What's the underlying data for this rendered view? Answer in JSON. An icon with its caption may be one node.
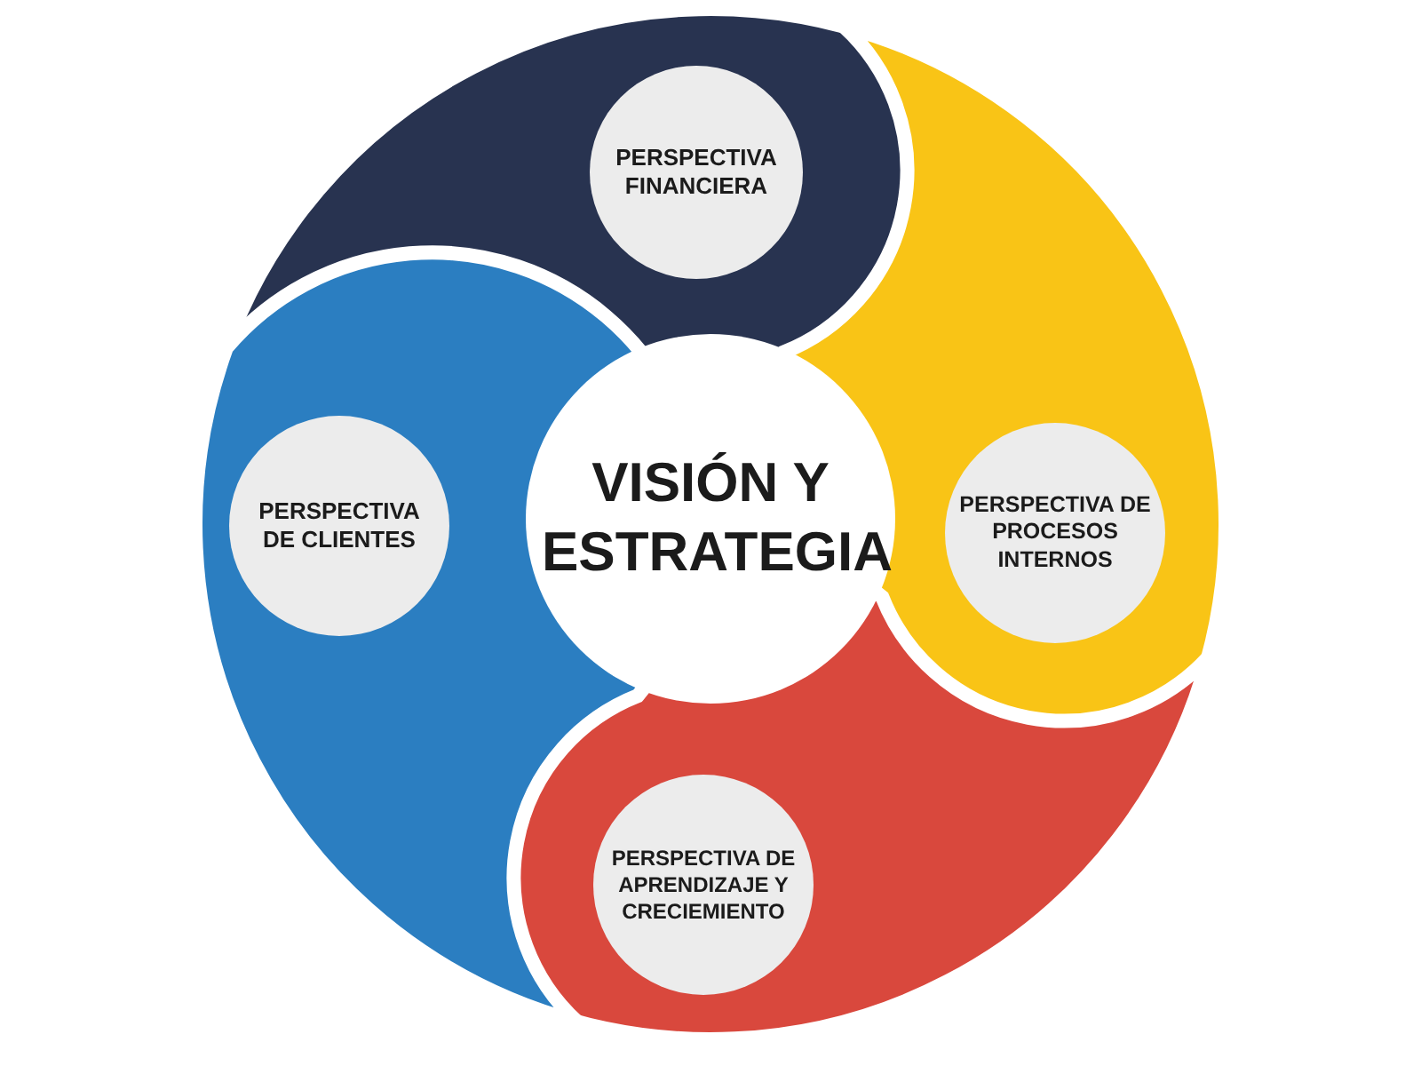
{
  "diagram": {
    "nodes": [
      {
        "text": [
          "PERSPECTIVA FINANCIERA"
        ]
      },
      {
        "text": [
          "PERSPECTIVA DE CLIENTES"
        ]
      },
      {
        "text": [
          "VISIÓN Y ESTRATEGIA"
        ]
      },
      {
        "text": [
          "PERSPECTIVA DE PROCESOS INTERNOS"
        ]
      },
      {
        "text": [
          "PERSPECTIVA DE APRENDIZAJE Y CRECIEMIENTO"
        ]
      }
    ]
  }
}
